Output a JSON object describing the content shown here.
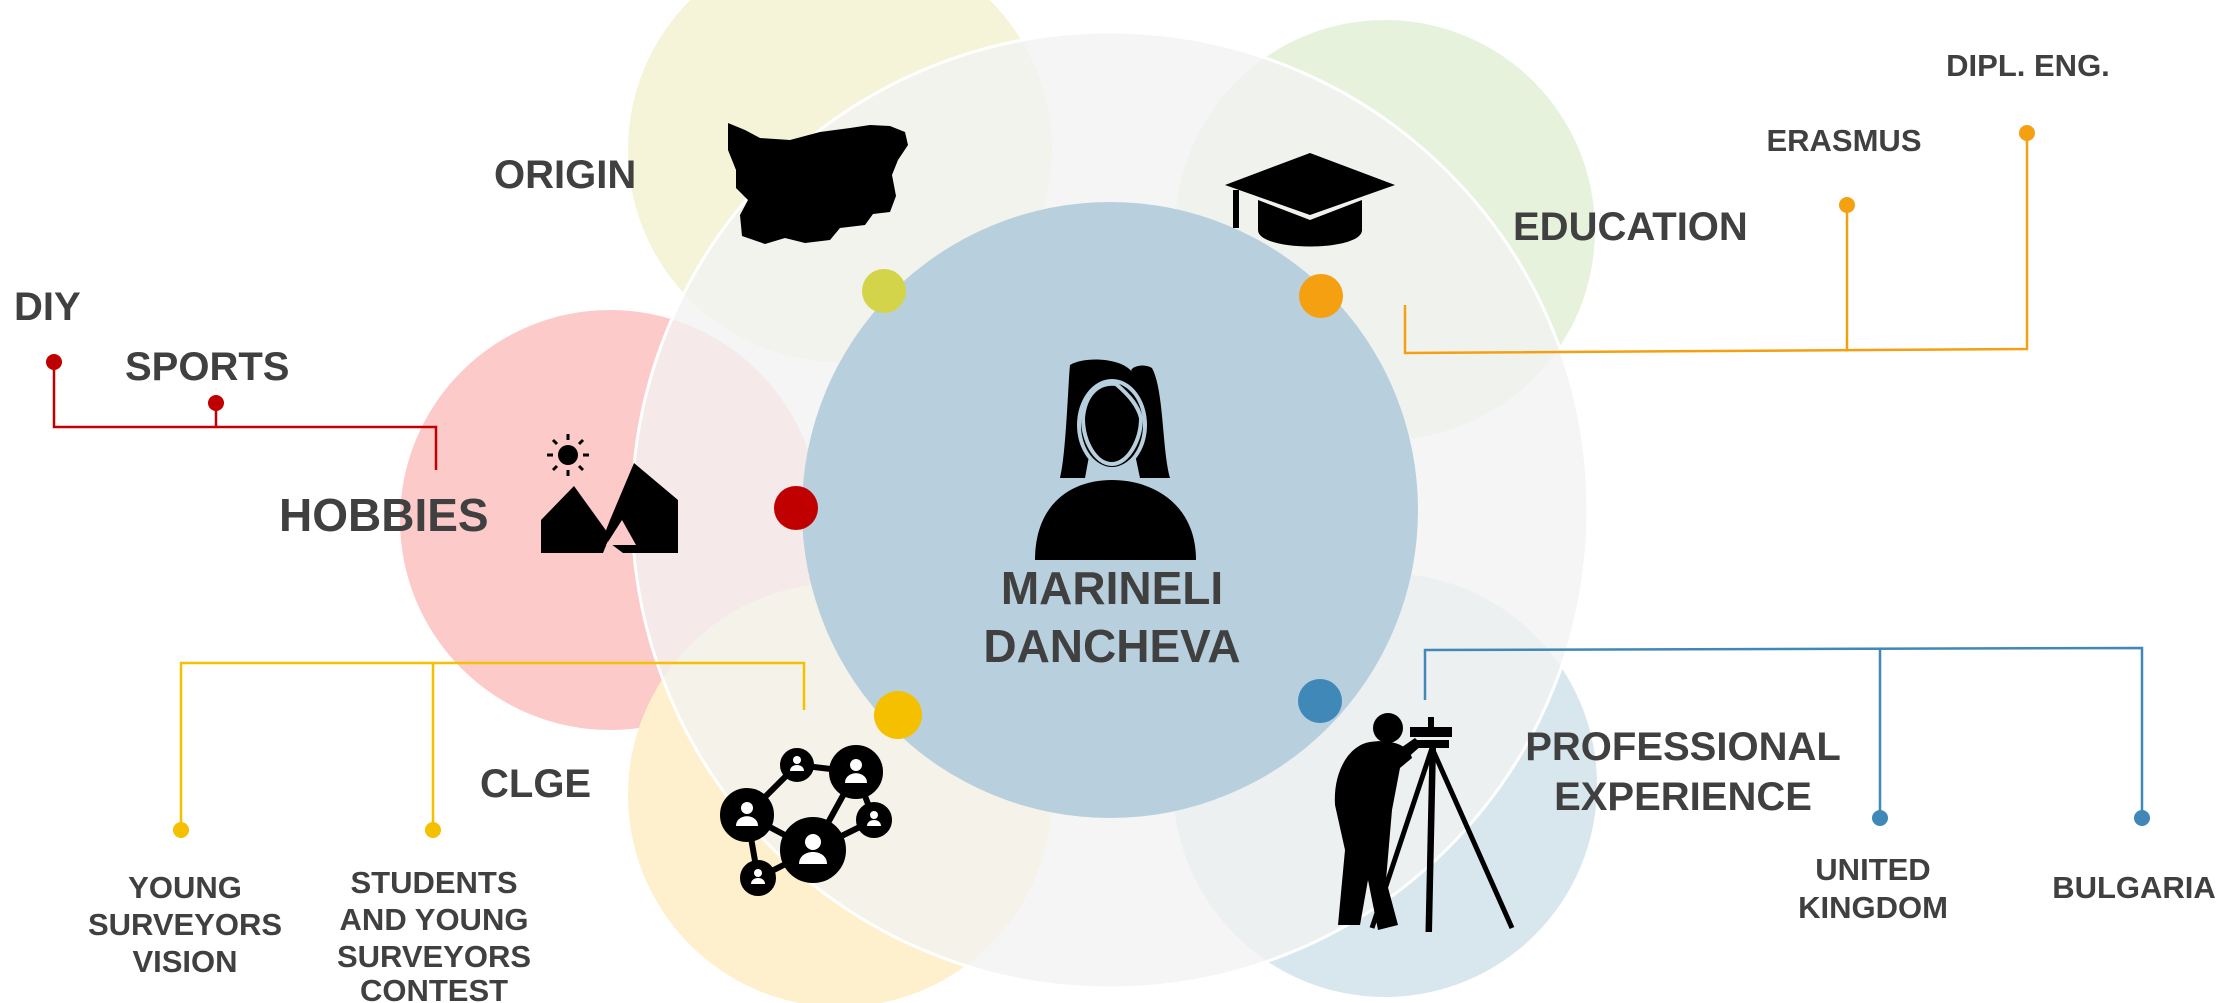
{
  "center": {
    "name_line1": "MARINELI",
    "name_line2": "DANCHEVA"
  },
  "branches": {
    "origin": {
      "label": "ORIGIN"
    },
    "education": {
      "label": "EDUCATION",
      "items": [
        "ERASMUS",
        "DIPL. ENG."
      ]
    },
    "hobbies": {
      "label": "HOBBIES",
      "items": [
        "DIY",
        "SPORTS"
      ]
    },
    "clge": {
      "label": "CLGE",
      "items": [
        {
          "lines": [
            "YOUNG",
            "SURVEYORS",
            "VISION"
          ]
        },
        {
          "lines": [
            "STUDENTS",
            "AND YOUNG",
            "SURVEYORS",
            "CONTEST"
          ]
        }
      ]
    },
    "professional": {
      "label_line1": "PROFESSIONAL",
      "label_line2": "EXPERIENCE",
      "items": [
        {
          "lines": [
            "UNITED",
            "KINGDOM"
          ]
        },
        {
          "lines": [
            "BULGARIA"
          ]
        }
      ]
    }
  },
  "colors": {
    "origin": "#d4d44a",
    "education": "#f5a010",
    "hobbies": "#c00000",
    "clge": "#f5c000",
    "professional": "#3f88b8",
    "center_circle": "#b8cfdd"
  },
  "icons": {
    "center": "person-icon",
    "origin": "bulgaria-map-icon",
    "education": "graduation-cap-icon",
    "hobbies": "mountain-sun-icon",
    "clge": "network-icon",
    "professional": "surveyor-icon"
  }
}
